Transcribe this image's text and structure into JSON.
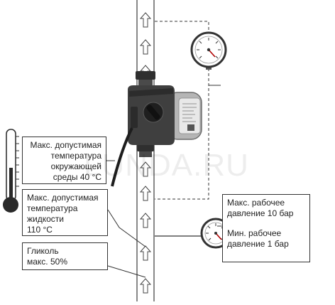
{
  "callouts": {
    "ambient_lines": [
      "Макс. допустимая",
      "температура",
      "окружающей",
      "среды 40 °C"
    ],
    "liquid_lines": [
      "Макс. допустимая",
      "температура",
      "жидкости",
      "110 °C"
    ],
    "glycol_lines": [
      "Гликоль",
      "макс. 50%"
    ],
    "pressure_max_lines": [
      "Макс. рабочее",
      "давление 10 бар"
    ],
    "pressure_min_lines": [
      "Мин. рабочее",
      "давление 1 бар"
    ]
  },
  "watermark": "LUNDA.RU",
  "colors": {
    "pipe": "#6b6b6b",
    "pump_body": "#3f3f3f",
    "pump_head": "#b5b5b5",
    "thermometer_bulb": "#2a2a2a",
    "gauge_face": "#ffffff",
    "outline": "#333333"
  },
  "icons": {
    "thermometer": "thermometer-icon",
    "pressure_gauge": "pressure-gauge-icon",
    "flow_arrow": "flow-arrow-icon",
    "pump": "circulation-pump-icon"
  }
}
